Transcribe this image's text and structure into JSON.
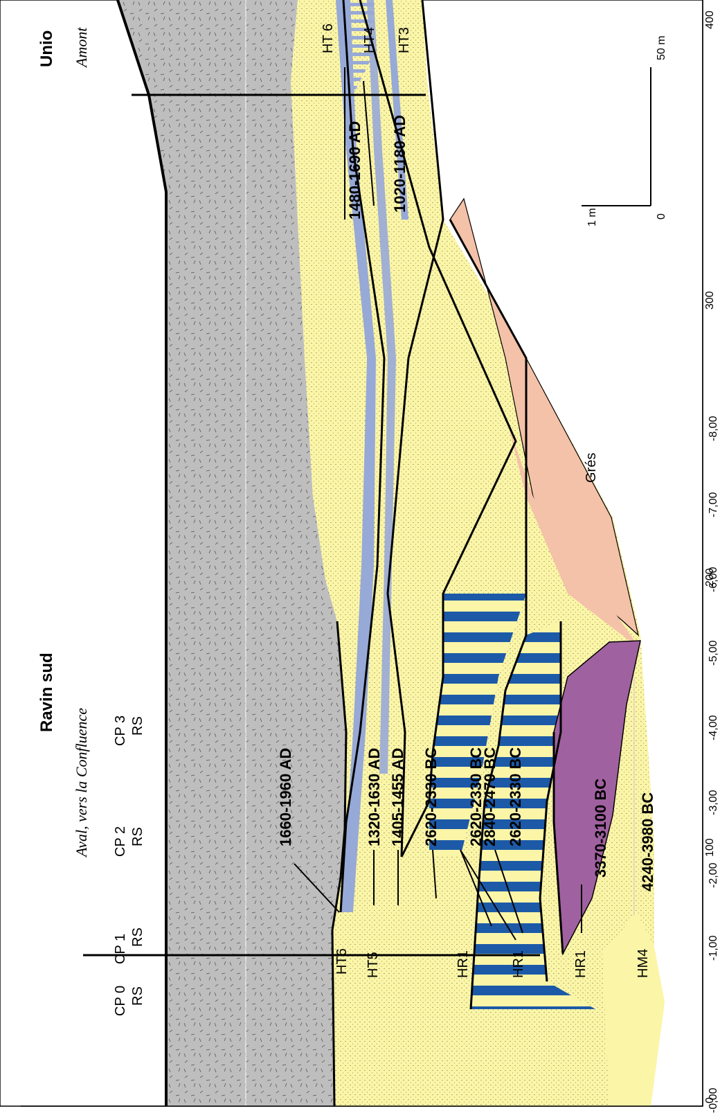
{
  "header": {
    "left_title": "Ravin sud",
    "left_subtitle": "Aval, vers la Confluence",
    "right_title": "Unio",
    "right_subtitle": "Amont"
  },
  "sections": [
    {
      "name": "CP 0",
      "type": "RS"
    },
    {
      "name": "CP 1",
      "type": "RS"
    },
    {
      "name": "CP 2",
      "type": "RS"
    },
    {
      "name": "CP 3",
      "type": "RS"
    }
  ],
  "depth_axis": [
    "-0,00",
    "-1,00",
    "-2,00",
    "-3,00",
    "-4,00",
    "-5,00",
    "-6,00",
    "-7,00",
    "-8,00"
  ],
  "distance_axis": [
    "0",
    "100",
    "200",
    "300",
    "400"
  ],
  "scale_bar": {
    "vertical": "1 m",
    "origin": "0",
    "horizontal": "50 m"
  },
  "bedrock_label": "Grés",
  "unit_labels": {
    "ht6_left": "HT6",
    "ht5": "HT5",
    "hr1_a": "HR1",
    "hr1_b": "HR1",
    "hr1_c": "HR1",
    "hm4": "HM4",
    "ht6_right": "HT 6",
    "ht4": "HT4",
    "ht3": "HT3"
  },
  "dates": {
    "d1": "1660-1960 AD",
    "d2": "1320-1630 AD",
    "d3": "1405-1455 AD",
    "d4": "2620-2330 BC",
    "d5": "2620-2330 BC",
    "d6": "2840-2470 BC",
    "d7": "2620-2330 BC",
    "d8": "3370-3100 BC",
    "d9": "4240-3980 BC",
    "d10": "1480-1690 AD",
    "d11": "1020-1180 AD"
  },
  "colors": {
    "colluvium": "#bebebe",
    "sand": "#fbf5a8",
    "blue_band": "#97a9d7",
    "dark_blue": "#1c5aa8",
    "salmon": "#f4c1a9",
    "purple": "#a061a0",
    "line": "#000000"
  }
}
